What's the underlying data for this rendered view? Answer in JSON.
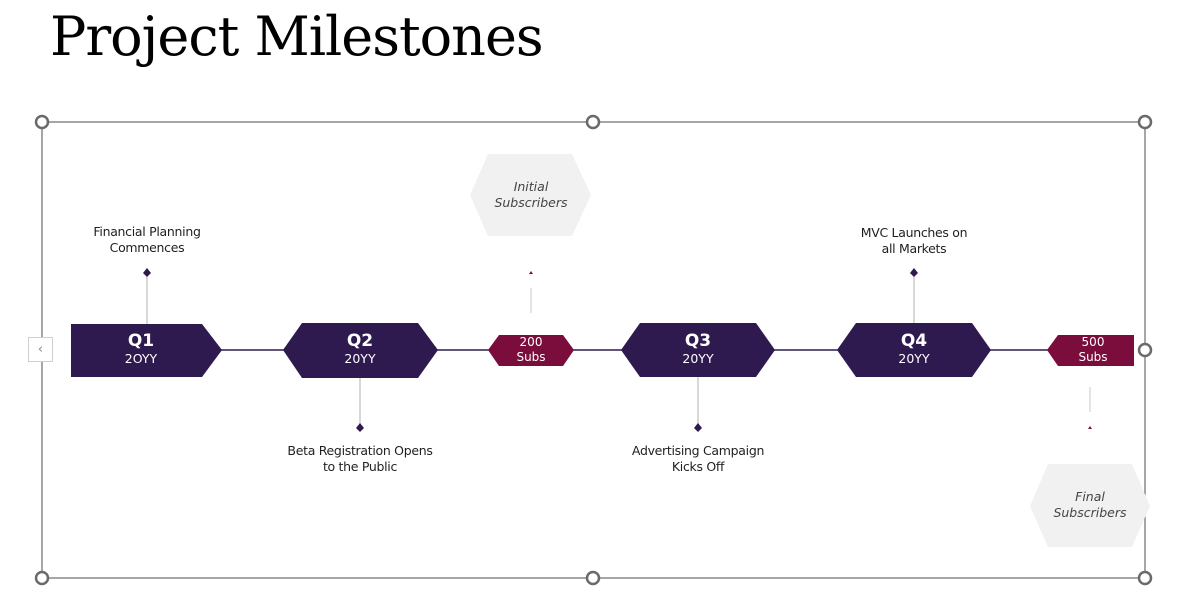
{
  "slide": {
    "title": "Project Milestones"
  },
  "colors": {
    "primary": "#2e1a4f",
    "accent": "#7b0d3c",
    "callout_fill": "#f1f1f1",
    "connector": "#b0b0b0",
    "selection_frame": "#6a6a6a"
  },
  "timeline": {
    "quarters": [
      {
        "quarter": "Q1",
        "year": "2OYY"
      },
      {
        "quarter": "Q2",
        "year": "20YY"
      },
      {
        "quarter": "Q3",
        "year": "20YY"
      },
      {
        "quarter": "Q4",
        "year": "20YY"
      }
    ],
    "subscriber_markers": [
      {
        "count": "200",
        "unit": "Subs"
      },
      {
        "count": "500",
        "unit": "Subs"
      }
    ],
    "milestones": [
      {
        "text": "Financial Planning Commences",
        "line1": "Financial Planning",
        "line2": "Commences",
        "position": "above"
      },
      {
        "text": "Beta Registration Opens to the Public",
        "line1": "Beta Registration Opens",
        "line2": "to the Public",
        "position": "below"
      },
      {
        "text": "Advertising Campaign Kicks Off",
        "line1": "Advertising Campaign",
        "line2": "Kicks Off",
        "position": "below"
      },
      {
        "text": "MVC Launches on all Markets",
        "line1": "MVC Launches on",
        "line2": "all Markets",
        "position": "above"
      }
    ],
    "callouts": [
      {
        "line1": "Initial",
        "line2": "Subscribers"
      },
      {
        "line1": "Final",
        "line2": "Subscribers"
      }
    ]
  },
  "nav": {
    "prev_icon": "‹"
  }
}
